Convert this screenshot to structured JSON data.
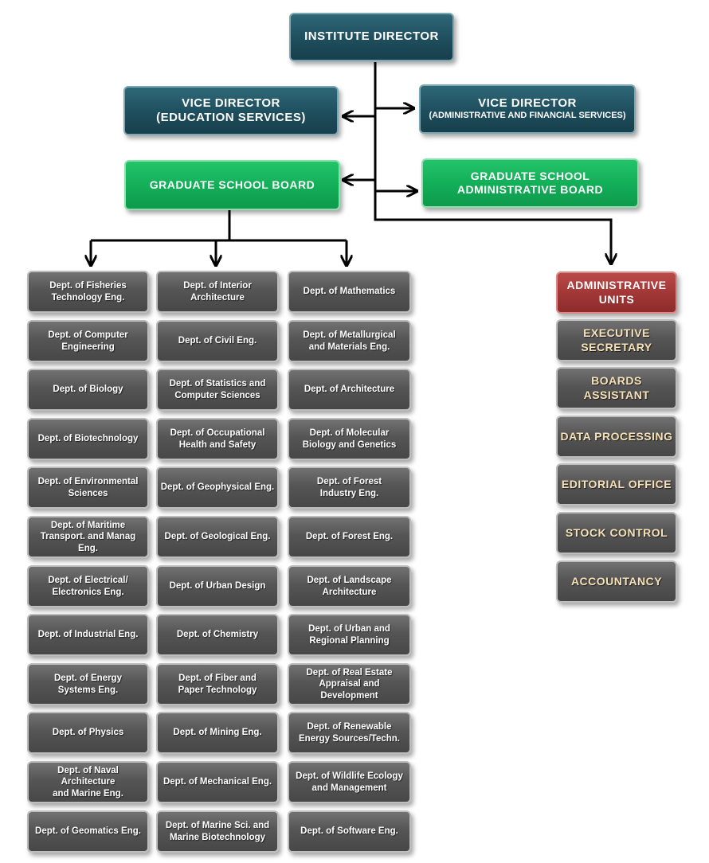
{
  "institute_director": "INSTITUTE DIRECTOR",
  "vice_director_edu": {
    "line1": "VICE DIRECTOR",
    "line2": "(EDUCATION SERVICES)"
  },
  "vice_director_admin": {
    "line1": "VICE DIRECTOR",
    "line2": "(ADMINISTRATIVE AND FINANCIAL SERVICES)"
  },
  "graduate_school_board": "GRADUATE SCHOOL BOARD",
  "graduate_school_admin_board": {
    "line1": "GRADUATE SCHOOL",
    "line2": "ADMINISTRATIVE BOARD"
  },
  "departments": {
    "col1": [
      [
        "Dept. of Fisheries",
        "Technology Eng."
      ],
      [
        "Dept. of Computer",
        "Engineering"
      ],
      [
        "Dept. of Biology"
      ],
      [
        "Dept. of Biotechnology"
      ],
      [
        "Dept. of Environmental",
        "Sciences"
      ],
      [
        "Dept. of Maritime",
        "Transport. and Manag Eng."
      ],
      [
        "Dept. of Electrical/",
        "Electronics Eng."
      ],
      [
        "Dept. of Industrial Eng."
      ],
      [
        "Dept. of Energy",
        "Systems Eng."
      ],
      [
        "Dept. of Physics"
      ],
      [
        "Dept. of Naval Architecture",
        "and Marine Eng."
      ],
      [
        "Dept. of Geomatics Eng."
      ]
    ],
    "col2": [
      [
        "Dept. of Interior",
        "Architecture"
      ],
      [
        "Dept. of Civil Eng."
      ],
      [
        "Dept. of Statistics and",
        "Computer Sciences"
      ],
      [
        "Dept. of Occupational",
        "Health and Safety"
      ],
      [
        "Dept. of Geophysical Eng."
      ],
      [
        "Dept. of Geological Eng."
      ],
      [
        "Dept. of Urban Design"
      ],
      [
        "Dept. of Chemistry"
      ],
      [
        "Dept. of Fiber and",
        "Paper Technology"
      ],
      [
        "Dept. of Mining Eng."
      ],
      [
        "Dept. of Mechanical Eng."
      ],
      [
        "Dept. of Marine Sci. and",
        "Marine Biotechnology"
      ]
    ],
    "col3": [
      [
        "Dept. of Mathematics"
      ],
      [
        "Dept. of Metallurgical",
        "and Materials Eng."
      ],
      [
        "Dept. of Architecture"
      ],
      [
        "Dept. of Molecular",
        "Biology and Genetics"
      ],
      [
        "Dept. of Forest",
        "Industry Eng."
      ],
      [
        "Dept. of Forest Eng."
      ],
      [
        "Dept. of Landscape",
        "Architecture"
      ],
      [
        "Dept. of Urban and",
        "Regional Planning"
      ],
      [
        "Dept. of Real Estate",
        "Appraisal and Development"
      ],
      [
        "Dept. of Renewable",
        "Energy Sources/Techn."
      ],
      [
        "Dept. of Wildlife Ecology",
        "and Management"
      ],
      [
        "Dept. of Software Eng."
      ]
    ]
  },
  "administrative_units": {
    "header": [
      "ADMINISTRATIVE",
      "UNITS"
    ],
    "items": [
      [
        "EXECUTIVE",
        "SECRETARY"
      ],
      [
        "BOARDS ASSISTANT"
      ],
      [
        "DATA PROCESSING"
      ],
      [
        "EDITORIAL OFFICE"
      ],
      [
        "STOCK CONTROL"
      ],
      [
        "ACCOUNTANCY"
      ]
    ]
  },
  "colors": {
    "director": "#1e4e5d",
    "board": "#12ad57",
    "department": "#555555",
    "admin_header": "#a03635",
    "admin_text": "#f7e1b7",
    "connector": "#000000"
  }
}
